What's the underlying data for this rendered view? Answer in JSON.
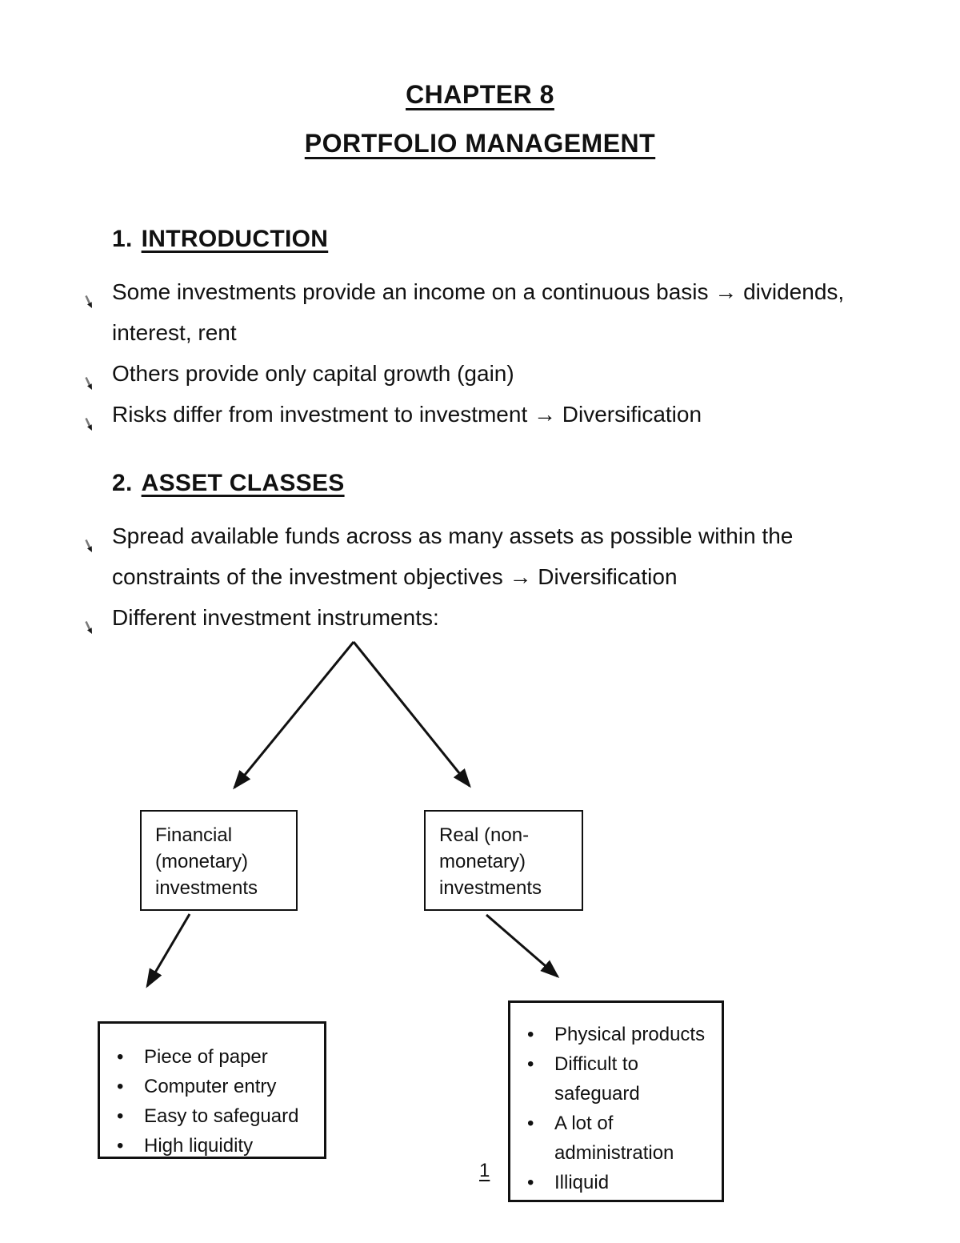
{
  "title": {
    "line1": "CHAPTER 8",
    "line2": "PORTFOLIO MANAGEMENT"
  },
  "sections": [
    {
      "heading_number": "1.",
      "heading_text": "INTRODUCTION",
      "bullets": [
        {
          "lines": [
            "Some investments provide an income on a continuous basis → dividends,",
            "interest, rent"
          ]
        },
        {
          "lines": [
            "Others provide only capital growth (gain)"
          ]
        },
        {
          "lines": [
            "Risks differ from investment to investment → Diversification"
          ]
        }
      ]
    },
    {
      "heading_number": "2.",
      "heading_text": "ASSET CLASSES",
      "bullets": [
        {
          "lines": [
            "Spread available funds across as many assets as possible within the",
            "constraints of the investment objectives → Diversification"
          ]
        },
        {
          "lines": [
            "Different investment instruments:"
          ]
        }
      ]
    }
  ],
  "diagram": {
    "financial_box": {
      "lines": [
        "Financial",
        "(monetary)",
        "investments"
      ]
    },
    "real_box": {
      "lines": [
        "Real (non-",
        "monetary)",
        "investments"
      ]
    },
    "paper_box": {
      "items": [
        "Piece of paper",
        "Computer entry",
        "Easy to safeguard",
        "High liquidity"
      ]
    },
    "physical_box": {
      "items": [
        "Physical products",
        "Difficult to safeguard",
        "A lot of administration",
        "Illiquid"
      ]
    }
  },
  "icons": {
    "dot_bullet": "•"
  },
  "page": {
    "number": "1"
  }
}
